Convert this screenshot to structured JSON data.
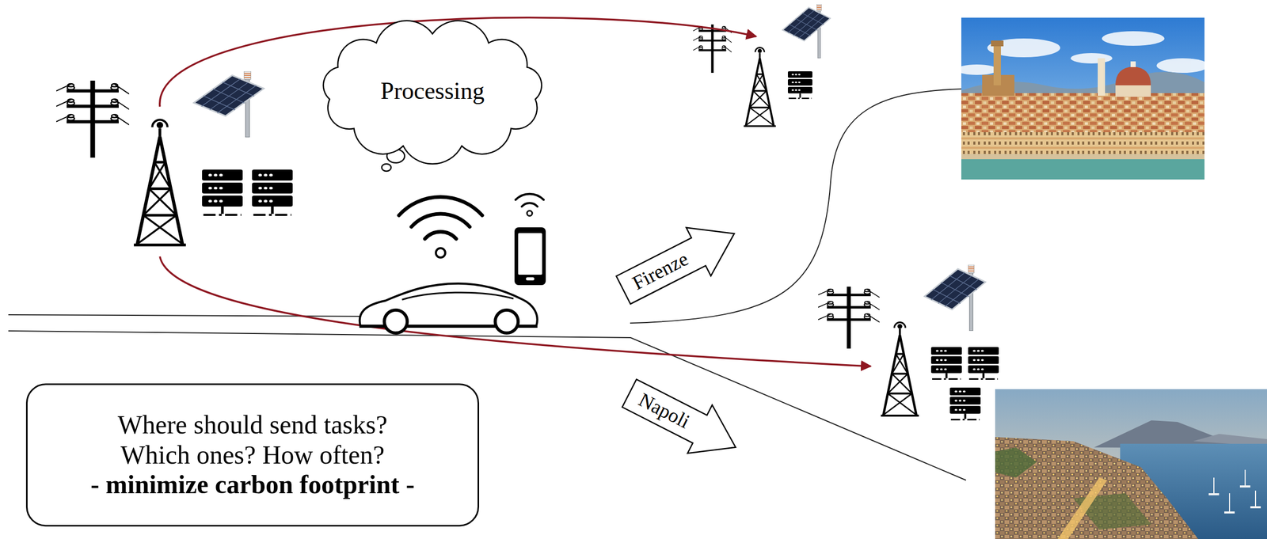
{
  "diagram": {
    "nodes": [
      {
        "text": [
          "Processing"
        ]
      },
      {
        "text": [
          "Firenze"
        ]
      },
      {
        "text": [
          "Napoli"
        ]
      },
      {
        "text": [
          "Where should send tasks?",
          "Which ones? How often?",
          "- minimize carbon footprint -"
        ]
      }
    ]
  }
}
